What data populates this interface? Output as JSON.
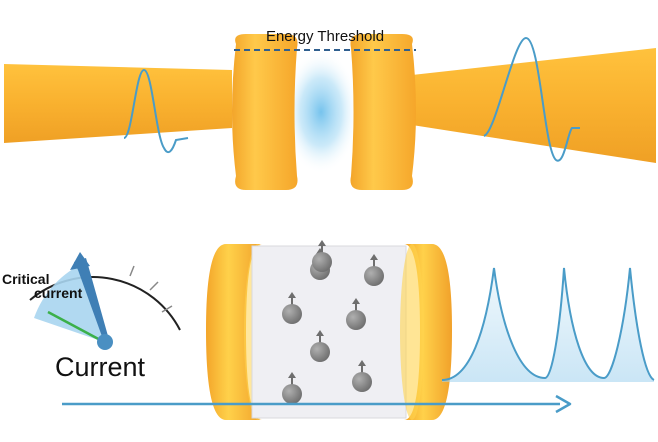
{
  "top_panel": {
    "threshold_label": "Energy Threshold"
  },
  "bottom_panel": {
    "gauge": {
      "critical_label_line1": "Critical",
      "critical_label_line2": "current",
      "gauge_label": "Current"
    },
    "particle_count": 8
  },
  "colors": {
    "junction_orange": "#F8B133",
    "junction_light": "#FFD05A",
    "signal_blue": "#4A9CC8",
    "glow_blue": "#7EC8EE",
    "critical_green": "#3BB04A",
    "particle_gray": "#8A8A8A",
    "dashed_line": "#2F5F8F"
  },
  "icons": {
    "needle": "gauge-needle-icon",
    "particle": "cooper-pair-icon",
    "arrow": "current-direction-arrow-icon"
  }
}
